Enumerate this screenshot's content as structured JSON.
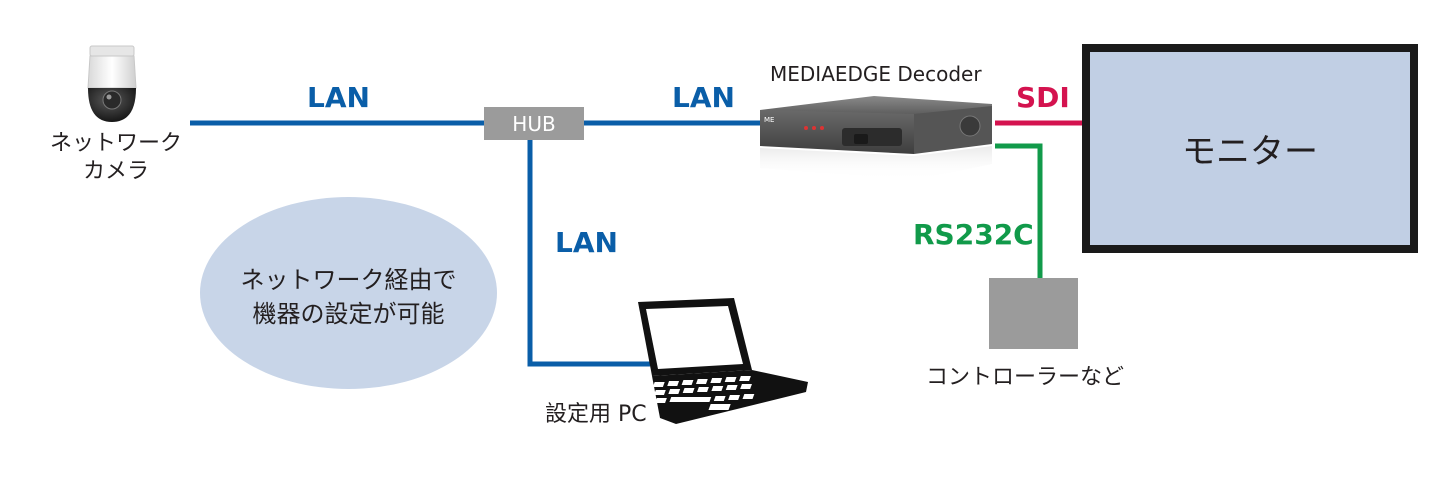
{
  "labels": {
    "camera": [
      "ネットワーク",
      "カメラ"
    ],
    "lan_top_left": "LAN",
    "lan_top_right": "LAN",
    "lan_vertical": "LAN",
    "hub": "HUB",
    "decoder": "MEDIAEDGE Decoder",
    "sdi": "SDI",
    "monitor": "モニター",
    "rs232c": "RS232C",
    "controller": "コントローラーなど",
    "pc": "設定用 PC",
    "note": [
      "ネットワーク経由で",
      "機器の設定が可能"
    ]
  },
  "colors": {
    "lan": "#0a5ea8",
    "sdi": "#d4134f",
    "rs232c": "#119a4a",
    "hub": "#9b9b9b",
    "monitor_screen": "#c1cfe4",
    "note_bubble": "#c8d5e8"
  },
  "icons": {
    "camera": "dome-camera-icon",
    "decoder": "decoder-device-icon",
    "pc": "laptop-icon"
  }
}
